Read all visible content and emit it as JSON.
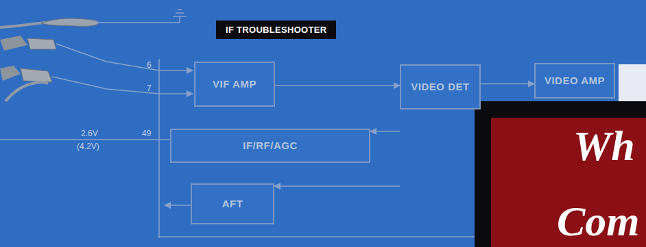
{
  "diagram": {
    "title": "IF TROUBLESHOOTER",
    "nodes": [
      {
        "text": [
          "VIF AMP"
        ]
      },
      {
        "text": [
          "VIDEO DET"
        ]
      },
      {
        "text": [
          "VIDEO AMP"
        ]
      },
      {
        "text": [
          "IF/RF/AGC"
        ]
      },
      {
        "text": [
          "AFT"
        ]
      }
    ],
    "edges": [
      {
        "from": 0,
        "to": 1,
        "arrow": "to"
      },
      {
        "from": 1,
        "to": 2,
        "arrow": "to"
      },
      {
        "from": 1,
        "to": 3,
        "arrow": "to"
      },
      {
        "from": 1,
        "to": 4,
        "arrow": "to"
      }
    ],
    "labels": [
      "6",
      "7",
      "49",
      "2.6V",
      "(4.2V)",
      "Wh",
      "Com"
    ]
  }
}
